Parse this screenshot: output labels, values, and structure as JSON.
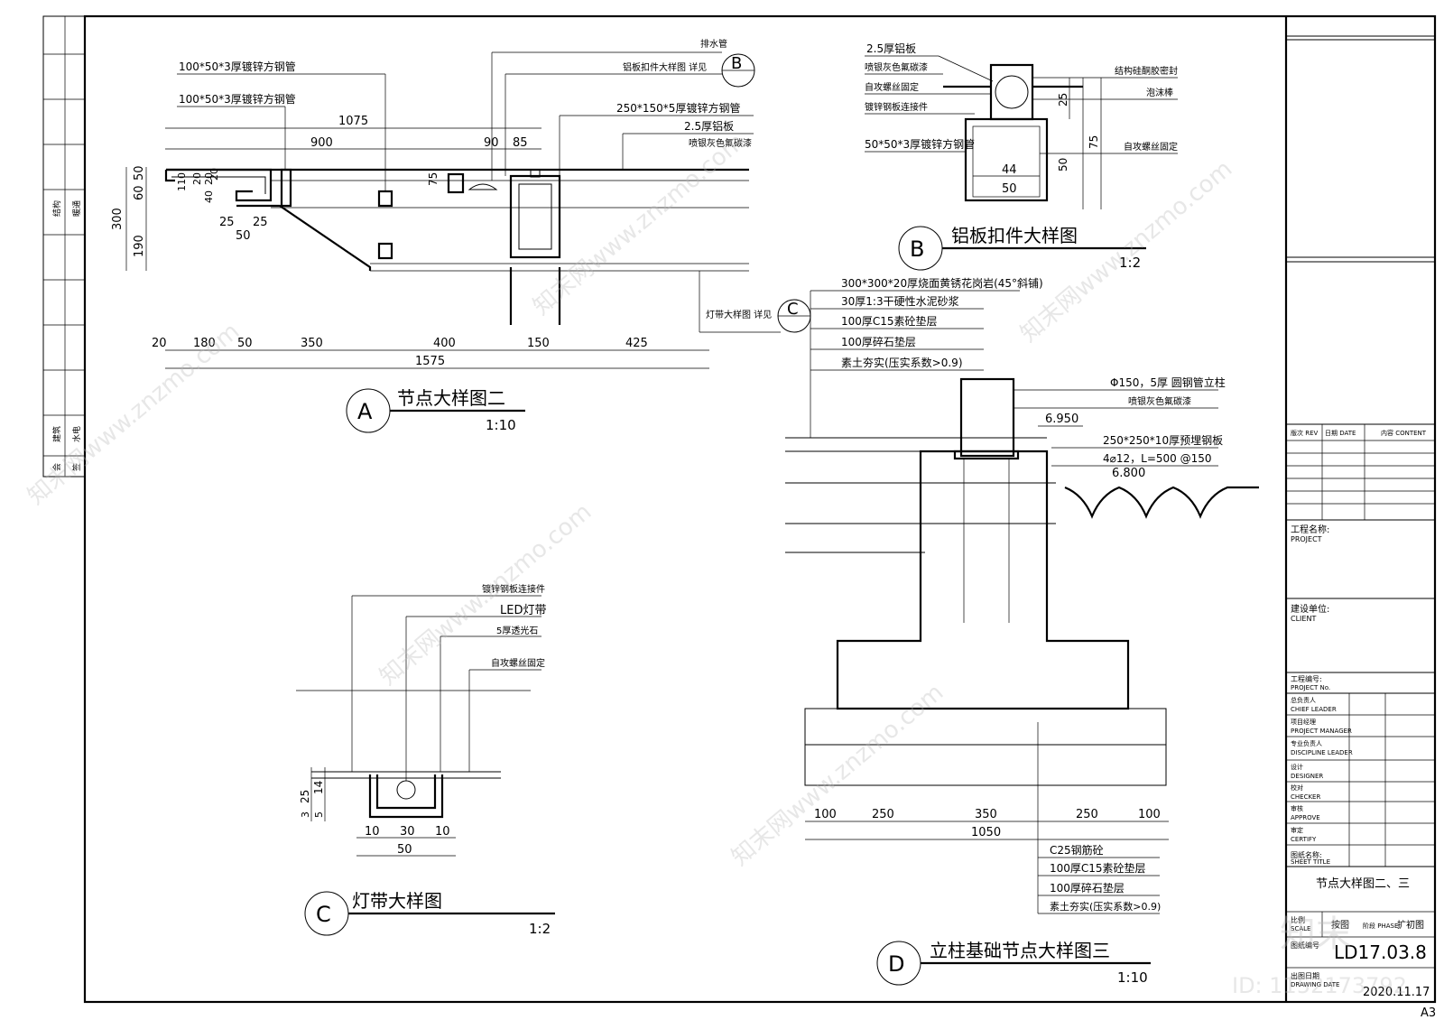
{
  "sheet": {
    "paper_size": "A3"
  },
  "left_strip": {
    "labels": [
      "结构",
      "暖通",
      "建筑",
      "水电",
      "会",
      "签"
    ]
  },
  "detail_a": {
    "id": "A",
    "title": "节点大样图二",
    "scale": "1:10",
    "callouts": [
      "100*50*3厚镀锌方钢管",
      "100*50*3厚镀锌方钢管",
      "排水管",
      "铝板扣件大样图 详见",
      "250*150*5厚镀锌方钢管",
      "2.5厚铝板",
      "喷银灰色氟碳漆",
      "灯带大样图 详见"
    ],
    "ref_b": "B",
    "ref_c": "C",
    "top_dims": [
      "1075",
      "900",
      "90",
      "85",
      "75"
    ],
    "left_dims": [
      "300",
      "60",
      "50",
      "190",
      "110",
      "20",
      "40",
      "20",
      "20"
    ],
    "inner_dims": [
      "25",
      "25",
      "50"
    ],
    "bottom_dims": [
      "20",
      "180",
      "50",
      "350",
      "400",
      "150",
      "425"
    ],
    "total": "1575"
  },
  "detail_b": {
    "id": "B",
    "title": "铝板扣件大样图",
    "scale": "1:2",
    "callouts_left": [
      "2.5厚铝板",
      "喷银灰色氟碳漆",
      "自攻螺丝固定",
      "镀锌钢板连接件",
      "50*50*3厚镀锌方钢管"
    ],
    "callouts_right": [
      "结构硅酮胶密封",
      "泡沫棒",
      "自攻螺丝固定"
    ],
    "dims": [
      "25",
      "75",
      "50",
      "44",
      "50"
    ]
  },
  "detail_c": {
    "id": "C",
    "title": "灯带大样图",
    "scale": "1:2",
    "callouts": [
      "镀锌钢板连接件",
      "LED灯带",
      "5厚透光石",
      "自攻螺丝固定"
    ],
    "left_dims": [
      "25",
      "14",
      "3",
      "5"
    ],
    "bottom_dims": [
      "10",
      "30",
      "10"
    ],
    "total": "50"
  },
  "detail_d": {
    "id": "D",
    "title": "立柱基础节点大样图三",
    "scale": "1:10",
    "layers_top": [
      "300*300*20厚烧面黄锈花岗岩(45°斜铺)",
      "30厚1:3干硬性水泥砂浆",
      "100厚C15素砼垫层",
      "100厚碎石垫层",
      "素土夯实(压实系数>0.9)"
    ],
    "column": [
      "Φ150，5厚 圆钢管立柱",
      "喷银灰色氟碳漆"
    ],
    "elev1": "6.950",
    "plate": [
      "250*250*10厚预埋钢板",
      "4⌀12，L=500 @150"
    ],
    "elev2": "6.800",
    "layers_bottom": [
      "C25钢筋砼",
      "100厚C15素砼垫层",
      "100厚碎石垫层",
      "素土夯实(压实系数>0.9)"
    ],
    "bottom_dims": [
      "100",
      "250",
      "350",
      "250",
      "100"
    ],
    "total": "1050"
  },
  "title_block": {
    "rev_headers": [
      "版次 REV",
      "日期 DATE",
      "内容 CONTENT"
    ],
    "project_label": "工程名称:",
    "project_en": "PROJECT",
    "client_label": "建设单位:",
    "client_en": "CLIENT",
    "projno_label": "工程编号:",
    "projno_en": "PROJECT No.",
    "roles": [
      {
        "cn": "总负责人",
        "en": "CHIEF LEADER"
      },
      {
        "cn": "项目经理",
        "en": "PROJECT MANAGER"
      },
      {
        "cn": "专业负责人",
        "en": "DISCIPLINE LEADER"
      },
      {
        "cn": "设计",
        "en": "DESIGNER"
      },
      {
        "cn": "校对",
        "en": "CHECKER"
      },
      {
        "cn": "审核",
        "en": "APPROVE"
      },
      {
        "cn": "审定",
        "en": "CERTIFY"
      }
    ],
    "sheet_title_label": "图纸名称:",
    "sheet_title_en": "SHEET TITLE",
    "sheet_title": "节点大样图二、三",
    "scale_label": "比例",
    "scale_en": "SCALE",
    "scale_val": "按图",
    "phase_label": "阶段 PHASE",
    "phase_val": "扩初图",
    "drawing_no_label": "图纸编号",
    "drawing_no": "LD17.03.8",
    "date_label": "出图日期",
    "date_en": "DRAWING DATE",
    "date": "2020.11.17"
  },
  "watermark": {
    "text": "知末网www.znzmo.com",
    "brand": "知末",
    "id": "ID: 1152173792"
  }
}
